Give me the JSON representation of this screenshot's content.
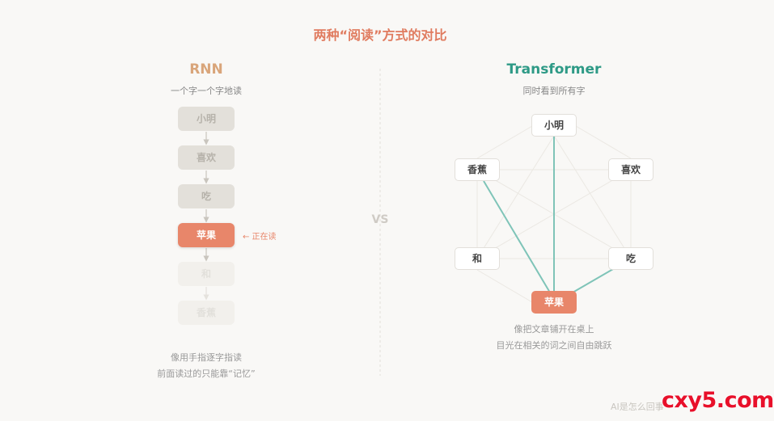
{
  "title": "两种“阅读”方式的对比",
  "rnn": {
    "heading": "RNN",
    "subtitle": "一个字一个字地读",
    "words": [
      "小明",
      "喜欢",
      "吃",
      "苹果",
      "和",
      "香蕉"
    ],
    "current_label": "← 正在读",
    "note_line1": "像用手指逐字指读",
    "note_line2": "前面读过的只能靠“记忆”"
  },
  "vs_label": "VS",
  "transformer": {
    "heading": "Transformer",
    "subtitle": "同时看到所有字",
    "nodes": {
      "xiaoming": "小明",
      "xihuan": "喜欢",
      "xiangjiao": "香蕉",
      "chi": "吃",
      "he": "和",
      "pingguo": "苹果"
    },
    "note_line1": "像把文章铺开在桌上",
    "note_line2": "目光在相关的词之间自由跳跃"
  },
  "footer_text": "AI是怎么回事",
  "watermark": "cxy5.com",
  "colors": {
    "accent": "#e8866a",
    "rnn_heading": "#d9a57a",
    "transformer_heading": "#2e9a86",
    "link": "#7fc4b8"
  }
}
